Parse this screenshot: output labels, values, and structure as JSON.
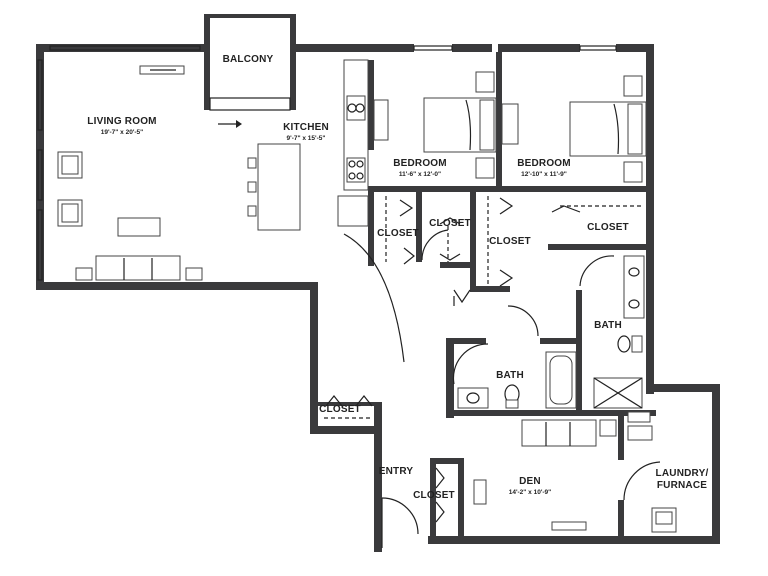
{
  "rooms": {
    "balcony": {
      "label": "BALCONY"
    },
    "living_room": {
      "label": "LIVING ROOM",
      "dims": "19'-7\" x 20'-5\""
    },
    "kitchen": {
      "label": "KITCHEN",
      "dims": "9'-7\" x 15'-5\""
    },
    "bedroom_1": {
      "label": "BEDROOM",
      "dims": "11'-6\" x 12'-0\""
    },
    "bedroom_2": {
      "label": "BEDROOM",
      "dims": "12'-10\" x 11'-9\""
    },
    "closet_1": {
      "label": "CLOSET"
    },
    "closet_2": {
      "label": "CLOSET"
    },
    "closet_3": {
      "label": "CLOSET"
    },
    "closet_4": {
      "label": "CLOSET"
    },
    "closet_5": {
      "label": "CLOSET"
    },
    "closet_6": {
      "label": "CLOSET"
    },
    "bath_1": {
      "label": "BATH"
    },
    "bath_2": {
      "label": "BATH"
    },
    "den": {
      "label": "DEN",
      "dims": "14'-2\" x 10'-9\""
    },
    "laundry": {
      "label": "LAUNDRY/",
      "label2": "FURNACE"
    },
    "entry": {
      "label": "ENTRY"
    }
  }
}
